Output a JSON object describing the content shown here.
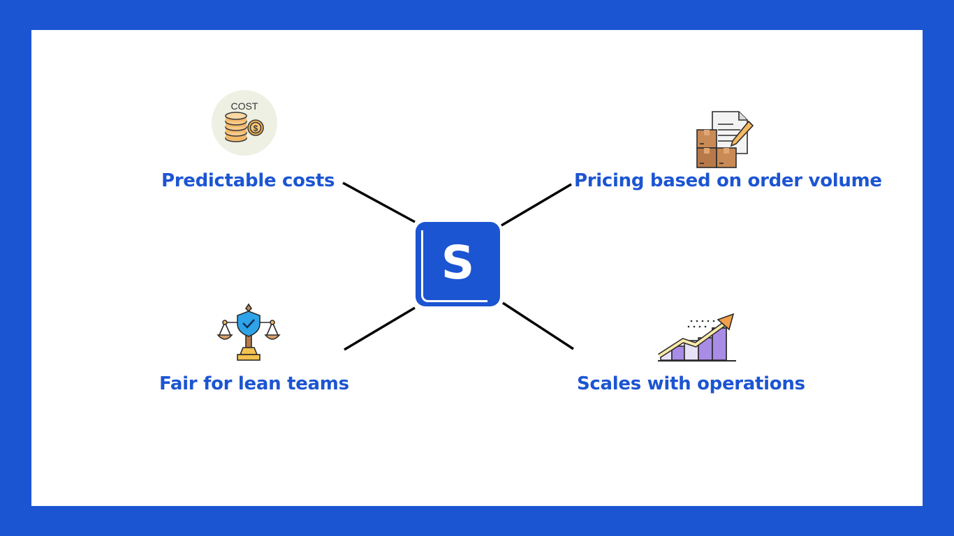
{
  "center": {
    "letter": "S"
  },
  "nodes": {
    "predictable_costs": {
      "label": "Predictable costs",
      "icon": "cost-coins-icon",
      "icon_text": "COST"
    },
    "pricing_order_volume": {
      "label": "Pricing based on order volume",
      "icon": "document-boxes-icon"
    },
    "fair_lean_teams": {
      "label": "Fair for lean teams",
      "icon": "balance-scale-shield-icon"
    },
    "scales_operations": {
      "label": "Scales with operations",
      "icon": "growth-chart-icon"
    }
  },
  "colors": {
    "brand_blue": "#1c55d2",
    "background": "#ffffff",
    "connector": "#000000"
  }
}
